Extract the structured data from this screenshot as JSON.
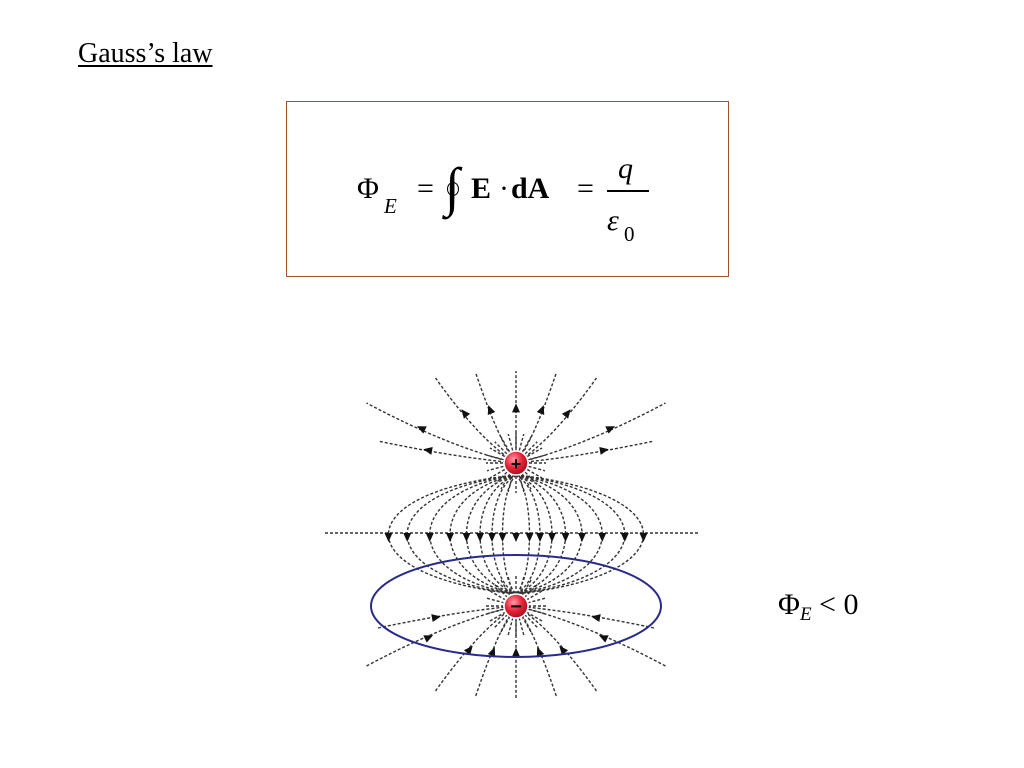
{
  "slide": {
    "title": "Gauss’s law"
  },
  "formula": {
    "phi": "Φ",
    "phi_sub": "E",
    "eq1": "=",
    "integral": "∫",
    "E": "E",
    "dot": "·",
    "dA": "dA",
    "eq2": "=",
    "numerator": "q",
    "denominator": "ε",
    "denominator_sub": "0"
  },
  "diagram": {
    "positive_charge_label": "+",
    "negative_charge_label": "−",
    "charge_color": "#e8233a",
    "field_line_color": "#333333",
    "gaussian_surface_color": "#2a2a8a"
  },
  "result": {
    "phi": "Φ",
    "phi_sub": "E",
    "relation": "< 0"
  }
}
